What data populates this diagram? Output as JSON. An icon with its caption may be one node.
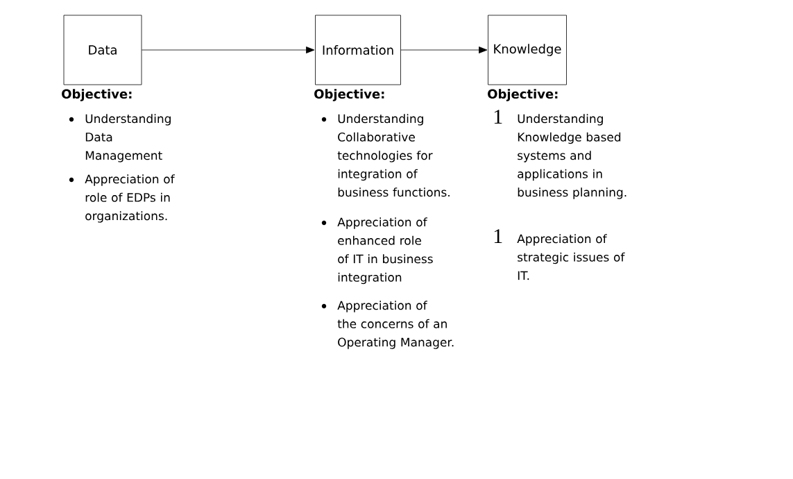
{
  "diagram": {
    "nodes": [
      {
        "text": [
          "Data"
        ]
      },
      {
        "text": [
          "Information"
        ]
      },
      {
        "text": [
          "Knowledge"
        ]
      }
    ],
    "edges": [
      {
        "from": 0,
        "to": 1,
        "arrow": "to"
      },
      {
        "from": 1,
        "to": 2,
        "arrow": "to"
      }
    ],
    "labels": [
      "Objective:",
      "Understanding Data Management",
      "Appreciation of role of EDPs in organizations.",
      "Objective:",
      "Understanding Collaborative technologies for integration of business functions.",
      "Appreciation of enhanced role of IT in business integration",
      "Appreciation of the concerns of an Operating Manager.",
      "Objective:",
      "1",
      "Understanding Knowledge based systems and applications in business planning.",
      "1",
      "Appreciation of strategic issues of IT."
    ]
  }
}
